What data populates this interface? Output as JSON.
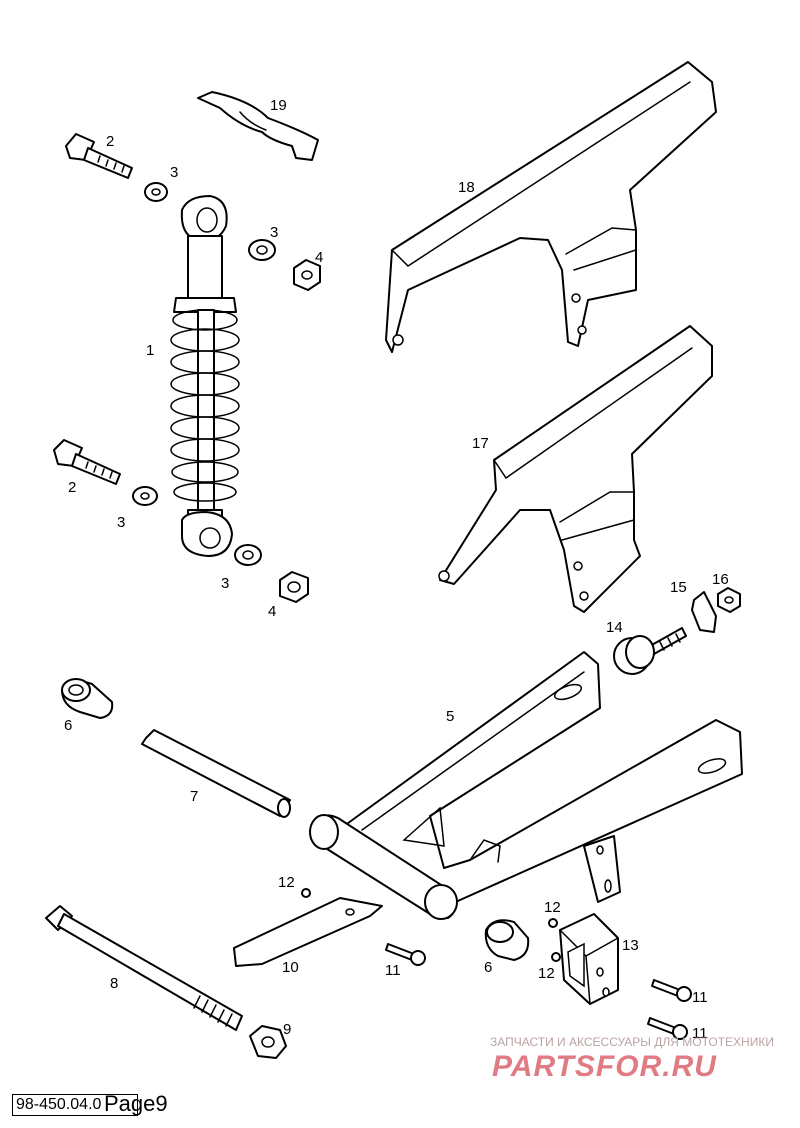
{
  "labels": {
    "p1": "1",
    "p2a": "2",
    "p2b": "2",
    "p3a": "3",
    "p3b": "3",
    "p3c": "3",
    "p3d": "3",
    "p4a": "4",
    "p4b": "4",
    "p5": "5",
    "p6a": "6",
    "p6b": "6",
    "p7": "7",
    "p8": "8",
    "p9": "9",
    "p10": "10",
    "p11a": "11",
    "p11b": "11",
    "p11c": "11",
    "p12a": "12",
    "p12b": "12",
    "p12c": "12",
    "p13": "13",
    "p14": "14",
    "p15": "15",
    "p16": "16",
    "p17": "17",
    "p18": "18",
    "p19": "19"
  },
  "footer": {
    "code": "98-450.04.0",
    "page": "Page9"
  },
  "watermark": {
    "tagline": "ЗАПЧАСТИ И АКСЕССУАРЫ ДЛЯ МОТОТЕХНИКИ",
    "brand": "PARTSFOR.RU"
  }
}
